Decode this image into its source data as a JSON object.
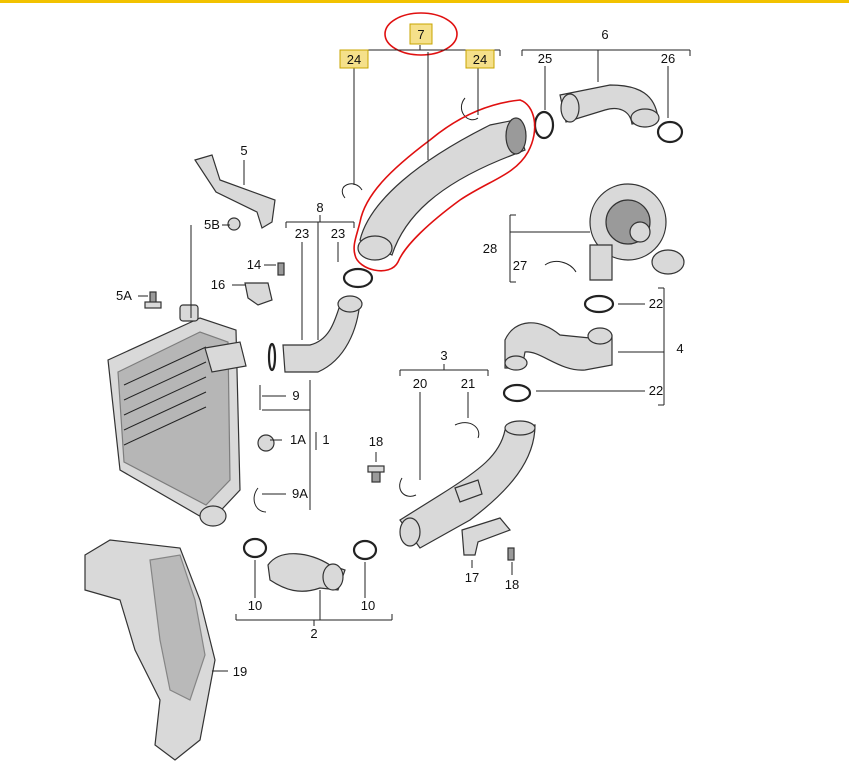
{
  "labels": {
    "l7": "7",
    "l24a": "24",
    "l24b": "24",
    "l6": "6",
    "l25": "25",
    "l26": "26",
    "l5": "5",
    "l5B": "5B",
    "l8": "8",
    "l23a": "23",
    "l23b": "23",
    "l14": "14",
    "l16": "16",
    "l5A": "5A",
    "l28": "28",
    "l27": "27",
    "l22a": "22",
    "l22b": "22",
    "l4": "4",
    "l3": "3",
    "l20": "20",
    "l21": "21",
    "l9": "9",
    "l1A": "1A",
    "l1": "1",
    "l18a": "18",
    "l9A": "9A",
    "l17": "17",
    "l18b": "18",
    "l10a": "10",
    "l10b": "10",
    "l2": "2",
    "l19": "19"
  },
  "colors": {
    "accent_bar": "#f2c200",
    "highlight_box": "#f5e08a",
    "annotation_red": "#e01010"
  }
}
